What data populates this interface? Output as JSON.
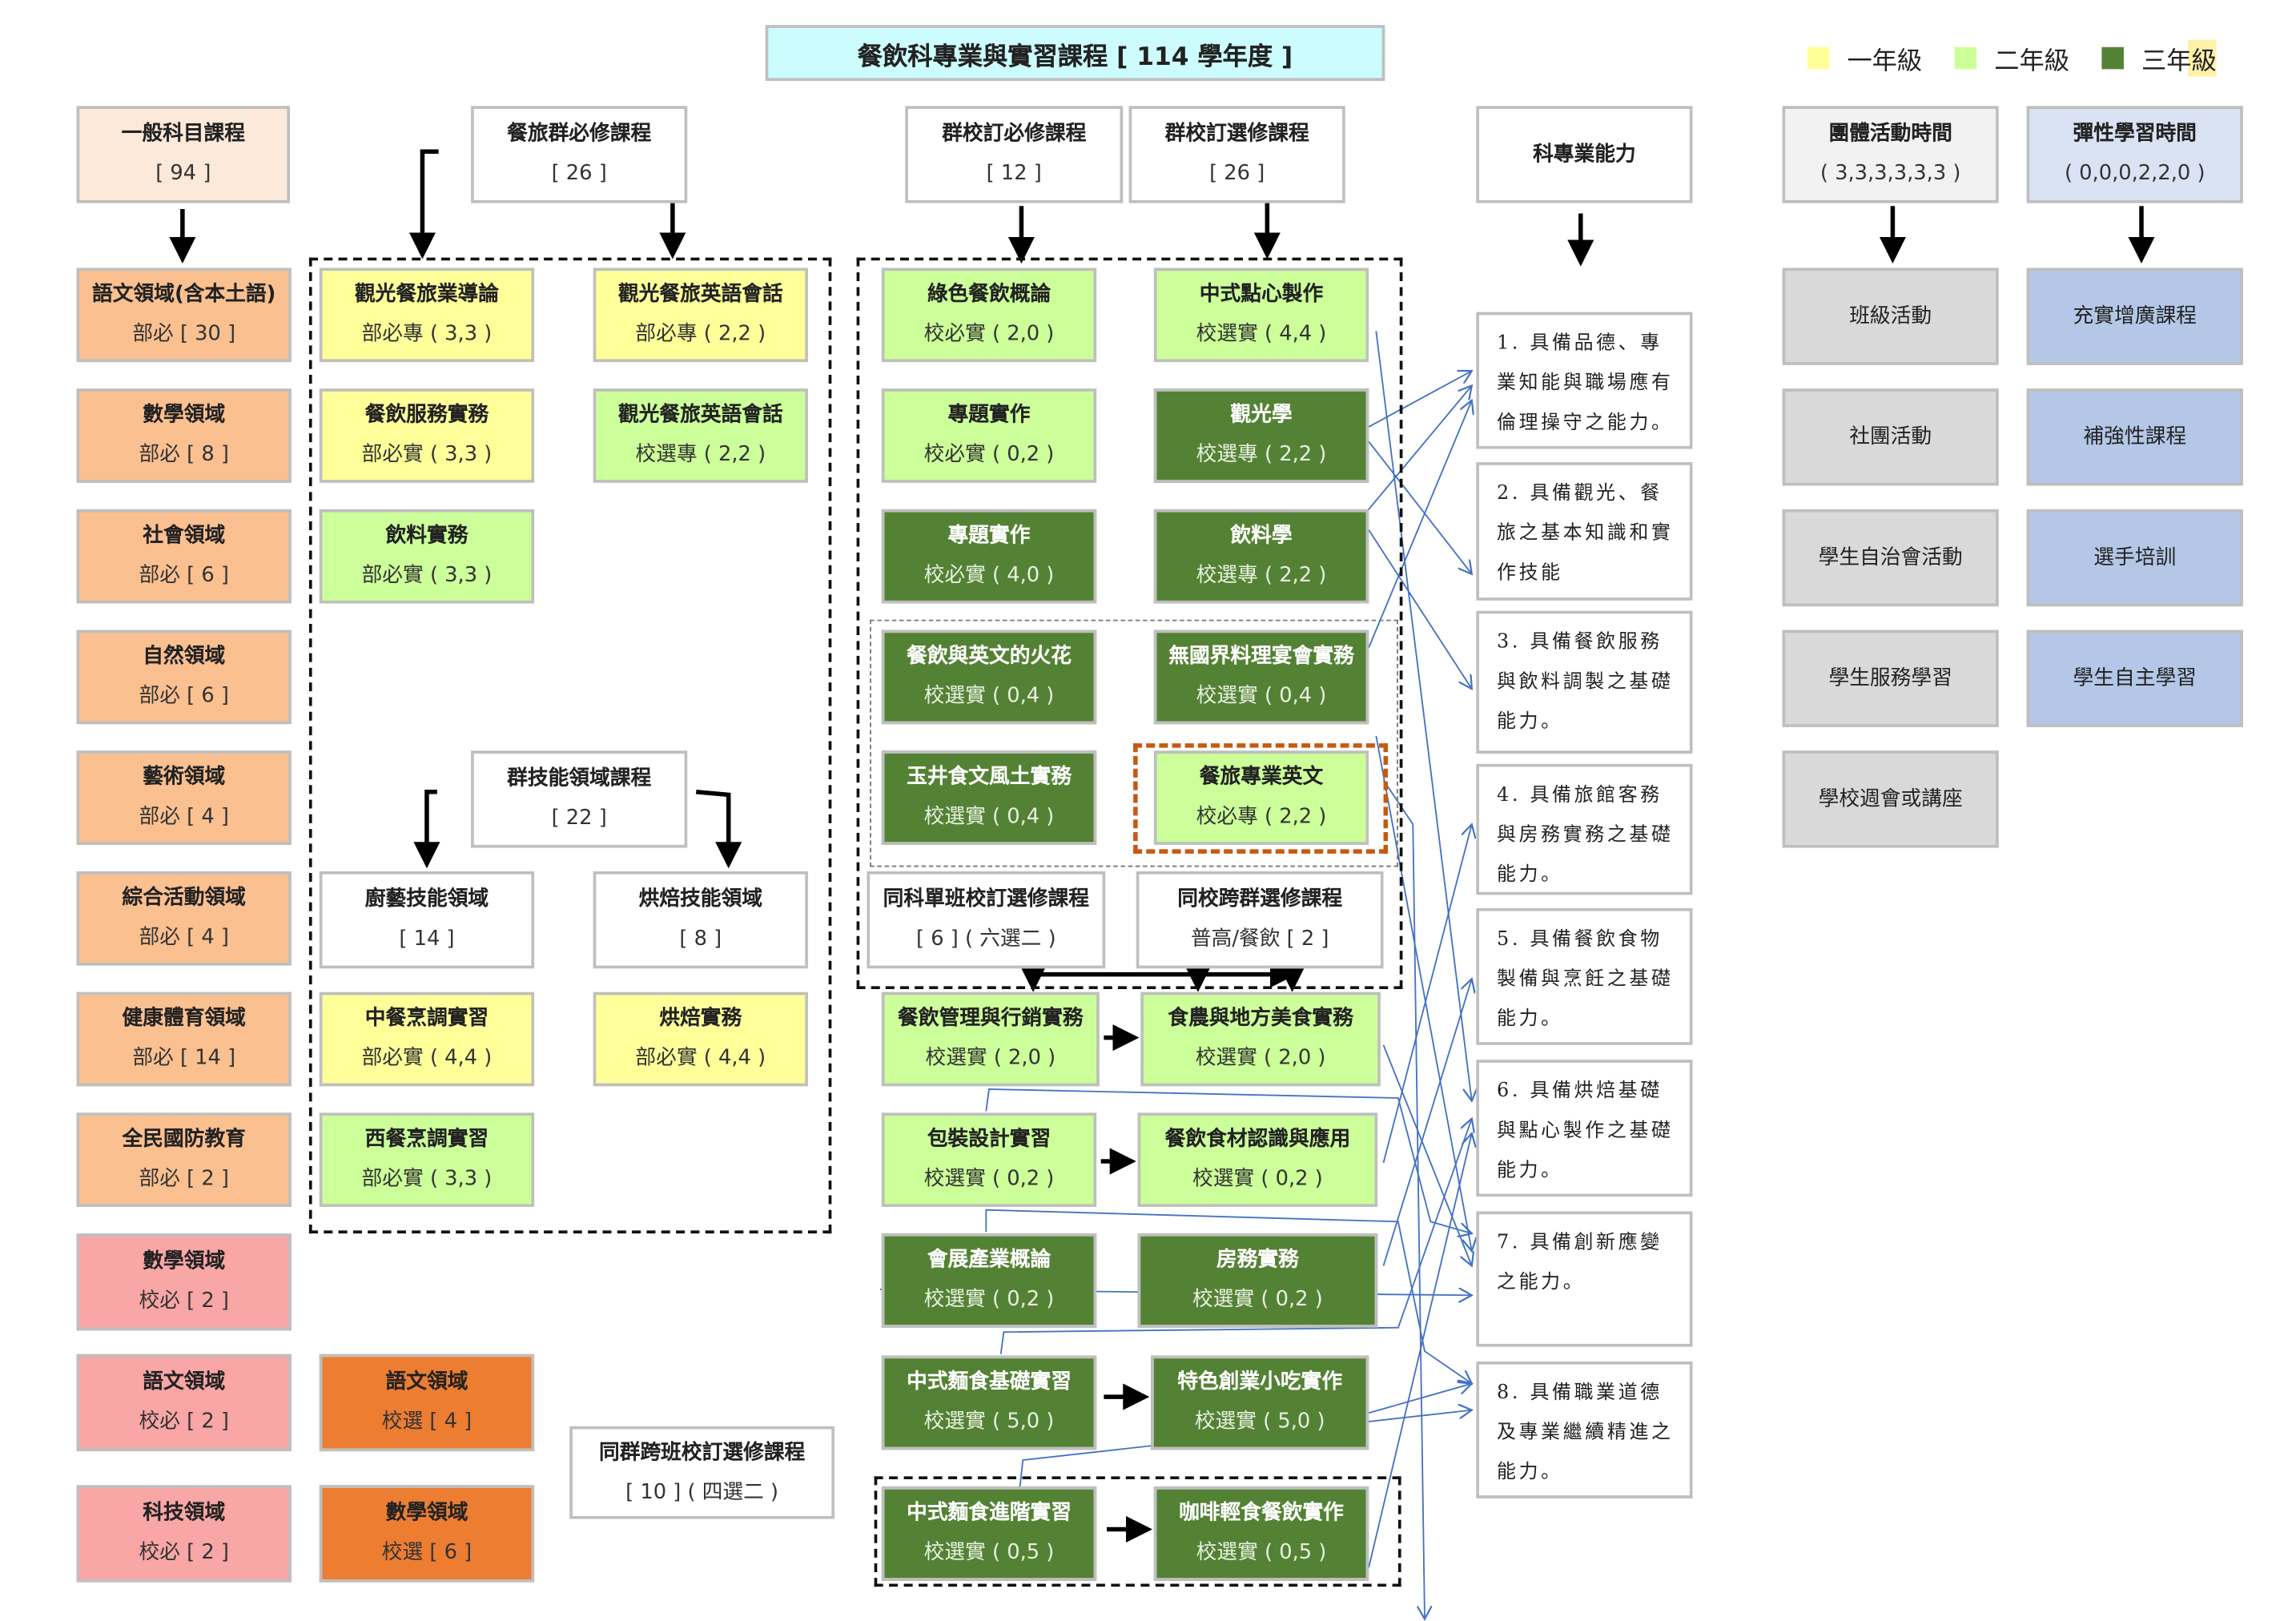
{
  "title": "餐飲科專業與實習課程 [ 114 學年度 ]",
  "legend": [
    {
      "label": "一年級",
      "color": "#ffff99"
    },
    {
      "label": "二年級",
      "color": "#ccff99"
    },
    {
      "label": "三年級",
      "color": "#548235"
    }
  ],
  "colors": {
    "year1": "#ffff99",
    "year2": "#ccff99",
    "year3": "#548235",
    "general": "#fac090",
    "general_header": "#fde9d9",
    "school_required": "#f8a6a6",
    "school_elective": "#ed7d31",
    "activity": "#d9d9d9",
    "flexible": "#b4c7e7",
    "link_line": "#4472c4"
  },
  "headers": [
    {
      "title": "一般科目課程",
      "sub": "[ 94 ]"
    },
    {
      "title": "餐旅群必修課程",
      "sub": "[ 26 ]"
    },
    {
      "title": "群校訂必修課程",
      "sub": "[ 12 ]"
    },
    {
      "title": "群校訂選修課程",
      "sub": "[ 26 ]"
    },
    {
      "title": "科專業能力",
      "sub": ""
    },
    {
      "title": "團體活動時間",
      "sub": "( 3,3,3,3,3,3 )"
    },
    {
      "title": "彈性學習時間",
      "sub": "( 0,0,0,2,2,0 )"
    }
  ],
  "general_subjects": [
    {
      "title": "語文領域(含本土語)",
      "sub": "部必 [ 30 ]"
    },
    {
      "title": "數學領域",
      "sub": "部必 [ 8 ]"
    },
    {
      "title": "社會領域",
      "sub": "部必 [ 6 ]"
    },
    {
      "title": "自然領域",
      "sub": "部必 [ 6 ]"
    },
    {
      "title": "藝術領域",
      "sub": "部必 [ 4 ]"
    },
    {
      "title": "綜合活動領域",
      "sub": "部必 [ 4 ]"
    },
    {
      "title": "健康體育領域",
      "sub": "部必 [ 14 ]"
    },
    {
      "title": "全民國防教育",
      "sub": "部必 [ 2 ]"
    },
    {
      "title": "數學領域",
      "sub": "校必 [ 2 ]"
    },
    {
      "title": "語文領域",
      "sub": "校必 [ 2 ]"
    },
    {
      "title": "科技領域",
      "sub": "校必 [ 2 ]"
    },
    {
      "title": "語文領域",
      "sub": "校選 [ 4 ]"
    },
    {
      "title": "數學領域",
      "sub": "校選 [ 6 ]"
    }
  ],
  "group_required": [
    {
      "title": "觀光餐旅業導論",
      "sub": "部必專 ( 3,3 )"
    },
    {
      "title": "觀光餐旅英語會話",
      "sub": "部必專 ( 2,2 )"
    },
    {
      "title": "餐飲服務實務",
      "sub": "部必實 ( 3,3 )"
    },
    {
      "title": "觀光餐旅英語會話",
      "sub": "校選專 ( 2,2 )"
    },
    {
      "title": "飲料實務",
      "sub": "部必實 ( 3,3 )"
    },
    {
      "title": "群技能領域課程",
      "sub": "[ 22 ]"
    },
    {
      "title": "廚藝技能領域",
      "sub": "[ 14 ]"
    },
    {
      "title": "烘焙技能領域",
      "sub": "[ 8 ]"
    },
    {
      "title": "中餐烹調實習",
      "sub": "部必實 ( 4,4 )"
    },
    {
      "title": "烘焙實務",
      "sub": "部必實 ( 4,4 )"
    },
    {
      "title": "西餐烹調實習",
      "sub": "部必實 ( 3,3 )"
    },
    {
      "title": "同群跨班校訂選修課程",
      "sub": "[ 10 ] ( 四選二 )"
    }
  ],
  "school_courses": [
    {
      "title": "綠色餐飲概論",
      "sub": "校必實 ( 2,0 )"
    },
    {
      "title": "中式點心製作",
      "sub": "校選實 ( 4,4 )"
    },
    {
      "title": "專題實作",
      "sub": "校必實 ( 0,2 )"
    },
    {
      "title": "觀光學",
      "sub": "校選專 ( 2,2 )"
    },
    {
      "title": "專題實作",
      "sub": "校必實 ( 4,0 )"
    },
    {
      "title": "飲料學",
      "sub": "校選專 ( 2,2 )"
    },
    {
      "title": "餐飲與英文的火花",
      "sub": "校選實 ( 0,4 )"
    },
    {
      "title": "無國界料理宴會實務",
      "sub": "校選實 ( 0,4 )"
    },
    {
      "title": "玉井食文風土實務",
      "sub": "校選實 ( 0,4 )"
    },
    {
      "title": "餐旅專業英文",
      "sub": "校必專 ( 2,2 )"
    },
    {
      "title": "同科單班校訂選修課程",
      "sub": "[ 6 ] ( 六選二 )"
    },
    {
      "title": "同校跨群選修課程",
      "sub": "普高/餐飲 [ 2 ]"
    },
    {
      "title": "餐飲管理與行銷實務",
      "sub": "校選實 ( 2,0 )"
    },
    {
      "title": "食農與地方美食實務",
      "sub": "校選實 ( 2,0 )"
    },
    {
      "title": "包裝設計實習",
      "sub": "校選實 ( 0,2 )"
    },
    {
      "title": "餐飲食材認識與應用",
      "sub": "校選實 ( 0,2 )"
    },
    {
      "title": "會展產業概論",
      "sub": "校選實 ( 0,2 )"
    },
    {
      "title": "房務實務",
      "sub": "校選實 ( 0,2 )"
    },
    {
      "title": "中式麵食基礎實習",
      "sub": "校選實 ( 5,0 )"
    },
    {
      "title": "特色創業小吃實作",
      "sub": "校選實 ( 5,0 )"
    },
    {
      "title": "中式麵食進階實習",
      "sub": "校選實 ( 0,5 )"
    },
    {
      "title": "咖啡輕食餐飲實作",
      "sub": "校選實 ( 0,5 )"
    }
  ],
  "abilities": [
    "1.  具備品德、專業知能與職場應有倫理操守之能力。",
    "2.  具備觀光、餐旅之基本知識和實作技能",
    "3.  具備餐飲服務與飲料調製之基礎能力。",
    "4.  具備旅館客務與房務實務之基礎能力。",
    "5.  具備餐飲食物製備與烹飪之基礎能力。",
    "6.  具備烘焙基礎與點心製作之基礎能力。",
    "7.  具備創新應變之能力。",
    "8.  具備職業道德及專業繼續精進之能力。"
  ],
  "group_activities": [
    "班級活動",
    "社團活動",
    "學生自治會活動",
    "學生服務學習",
    "學校週會或講座"
  ],
  "flexible_learning": [
    "充實增廣課程",
    "補強性課程",
    "選手培訓",
    "學生自主學習"
  ]
}
